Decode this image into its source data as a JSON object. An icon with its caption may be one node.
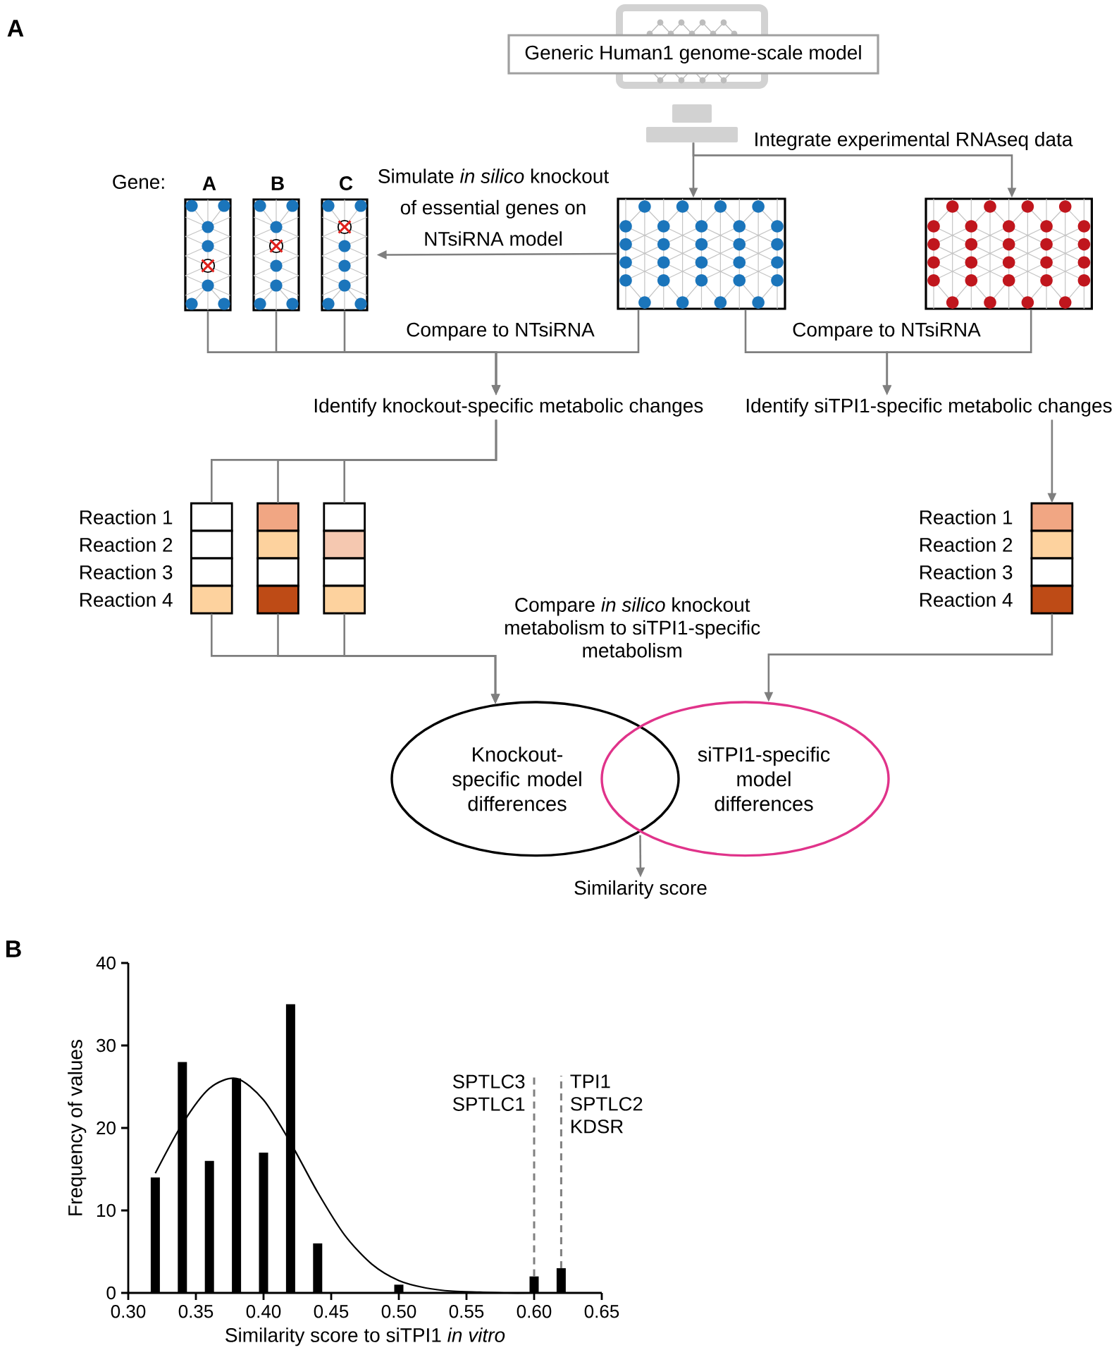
{
  "diagram": {
    "nodes": [
      {
        "text": [
          "Generic Human1 genome-scale model"
        ]
      },
      {
        "text": [
          "A"
        ]
      },
      {
        "text": [
          "B"
        ]
      },
      {
        "text": [
          "C"
        ]
      },
      {
        "text": [],
        "shape": "picture"
      },
      {
        "text": [],
        "shape": "picture"
      },
      {
        "text": [
          "Identify knockout-specific metabolic changes"
        ]
      },
      {
        "text": [
          "Identify siTPI1-specific metabolic changes"
        ]
      },
      {
        "text": [],
        "shape": "box"
      },
      {
        "text": [],
        "shape": "box"
      },
      {
        "text": [],
        "shape": "box"
      },
      {
        "text": [],
        "shape": "box"
      },
      {
        "text": [
          "Knockout- specific model differences"
        ]
      },
      {
        "text": [
          "siTPI1-specific model differences"
        ]
      },
      {
        "text": [
          "Similarity score"
        ]
      }
    ],
    "edges": [
      {
        "from": 0,
        "to": 4,
        "arrow": "to"
      },
      {
        "from": 0,
        "to": 5,
        "arrow": "to",
        "label": "Integrate experimental RNAseq data"
      },
      {
        "from": 4,
        "to": 3,
        "arrow": "to",
        "label": "Simulate *in silico* knockout of essential genes on NTsiRNA model"
      },
      {
        "from": 1,
        "to": 6,
        "arrow": "to"
      },
      {
        "from": 2,
        "to": 6,
        "arrow": "to"
      },
      {
        "from": 3,
        "to": 6,
        "arrow": "to"
      },
      {
        "from": 4,
        "to": 6,
        "arrow": "to",
        "label": "Compare to NTsiRNA"
      },
      {
        "from": 4,
        "to": 7,
        "arrow": "to"
      },
      {
        "from": 5,
        "to": 7,
        "arrow": "to",
        "label": "Compare to NTsiRNA"
      },
      {
        "from": 6,
        "to": 8,
        "arrow": "none"
      },
      {
        "from": 6,
        "to": 9,
        "arrow": "none"
      },
      {
        "from": 6,
        "to": 10,
        "arrow": "none"
      },
      {
        "from": 7,
        "to": 11,
        "arrow": "to"
      },
      {
        "from": 8,
        "to": 12,
        "arrow": "to"
      },
      {
        "from": 9,
        "to": 12,
        "arrow": "to"
      },
      {
        "from": 10,
        "to": 12,
        "arrow": "to"
      },
      {
        "from": 11,
        "to": 13,
        "arrow": "to"
      },
      {
        "from": 12,
        "to": 14,
        "arrow": "to"
      },
      {
        "from": 13,
        "to": 14,
        "arrow": "to"
      }
    ],
    "labels": [
      "A",
      "Gene:",
      "Reaction 1",
      "Reaction 2",
      "Reaction 3",
      "Reaction 4",
      "Reaction 1",
      "Reaction 2",
      "Reaction 3",
      "Reaction 4",
      "Compare *in silico* knockout metabolism to siTPI1-specific metabolism",
      "B"
    ],
    "chart_data": {
      "type": "bar",
      "xlabel": "Similarity score to siTPI1 *in vitro*",
      "ylabel": "Frequency of values",
      "x": [
        0.32,
        0.34,
        0.36,
        0.38,
        0.4,
        0.42,
        0.44,
        0.46,
        0.48,
        0.5,
        0.52,
        0.54,
        0.56,
        0.58,
        0.6,
        0.62
      ],
      "series": [
        {
          "color": "#000000",
          "values": [
            14,
            28,
            16,
            26,
            17,
            35,
            6,
            0,
            0,
            1,
            0,
            0,
            0,
            0,
            2,
            3
          ]
        },
        {
          "type": "line",
          "color": "#000000",
          "values": [
            14.5,
            20.5,
            24.8,
            26,
            23.4,
            18.2,
            12.2,
            7,
            3.5,
            1.5,
            0.6,
            0.2,
            0.1,
            0,
            0,
            null
          ]
        }
      ],
      "xlim": [
        0.3,
        0.65
      ],
      "ylim": [
        0,
        40
      ],
      "xticks": [
        {
          "value": 0.3,
          "label": "0.30"
        },
        {
          "value": 0.35,
          "label": "0.35"
        },
        {
          "value": 0.4,
          "label": "0.40"
        },
        {
          "value": 0.45,
          "label": "0.45"
        },
        {
          "value": 0.5,
          "label": "0.50"
        },
        {
          "value": 0.55,
          "label": "0.55"
        },
        {
          "value": 0.6,
          "label": "0.60"
        },
        {
          "value": 0.65,
          "label": "0.65"
        }
      ],
      "yticks": [
        0,
        10,
        20,
        30,
        40
      ],
      "ref_lines": [
        {
          "axis": "x",
          "value": 0.6
        },
        {
          "axis": "x",
          "value": 0.62
        }
      ],
      "annotations": [
        "SPTLC3 SPTLC1",
        "TPI1 SPTLC2 KDSR"
      ]
    }
  }
}
